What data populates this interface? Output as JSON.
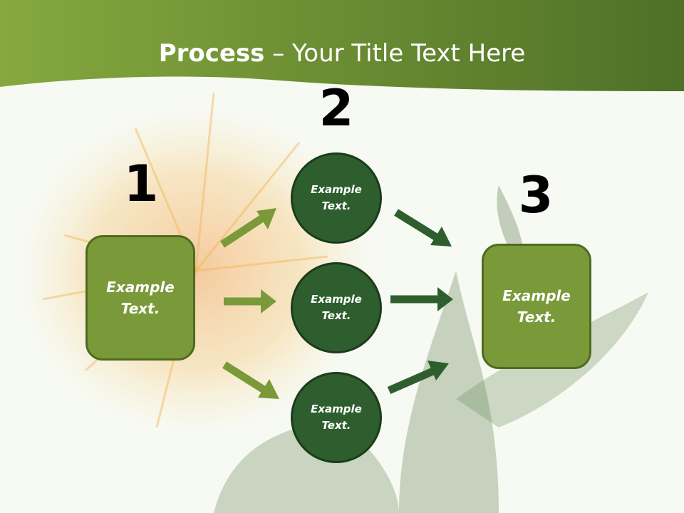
{
  "slide": {
    "title_bold": "Process",
    "title_rest": " – Your Title Text Here"
  },
  "steps": [
    {
      "number": "1",
      "box_text": "Example Text."
    },
    {
      "number": "2",
      "circles": [
        "Example Text.",
        "Example Text.",
        "Example Text."
      ]
    },
    {
      "number": "3",
      "box_text": "Example Text."
    }
  ],
  "colors": {
    "header_green": "#6b8f32",
    "box_green": "#7a9a3a",
    "circle_green": "#2e5e2e",
    "arrow_light": "#7a9a3a",
    "arrow_dark": "#2e5e2e"
  },
  "icons": [
    "safflower-background-image",
    "arrow-icon"
  ]
}
